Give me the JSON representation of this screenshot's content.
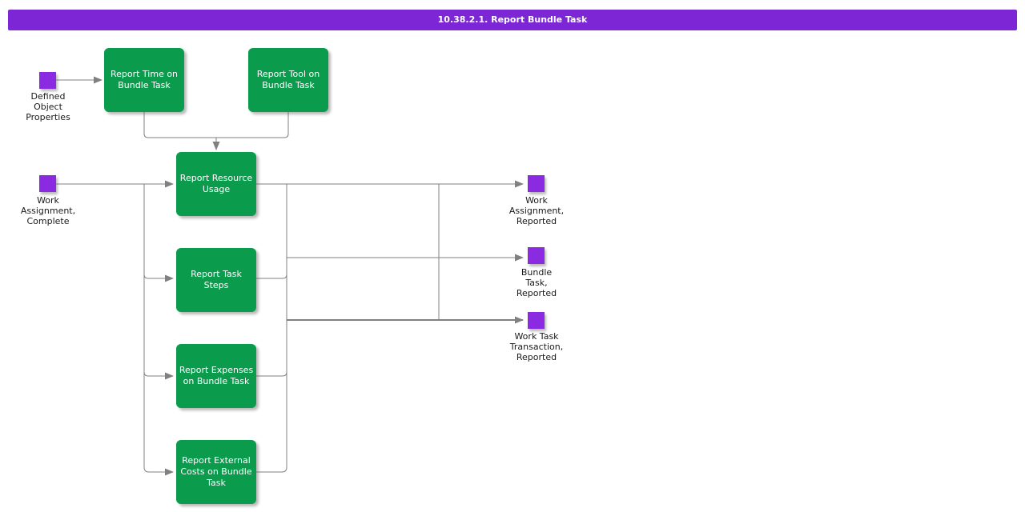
{
  "title_bar": {
    "title": "10.38.2.1. Report Bundle Task"
  },
  "colors": {
    "title_bar_bg": "#7D26D6",
    "task_fill": "#0A9B4D",
    "task_text": "#FFFFFF",
    "event_fill": "#8A2BE2",
    "connector": "#808080",
    "label_text": "#1A1A1A",
    "background": "#FFFFFF"
  },
  "tasks": [
    {
      "label": "Report Time on\nBundle Task"
    },
    {
      "label": "Report Tool on\nBundle Task"
    },
    {
      "label": "Report Resource\nUsage"
    },
    {
      "label": "Report Task\nSteps"
    },
    {
      "label": "Report Expenses\non Bundle Task"
    },
    {
      "label": "Report External\nCosts on Bundle\nTask"
    }
  ],
  "events": [
    {
      "label": "Defined\nObject\nProperties"
    },
    {
      "label": "Work\nAssignment,\nComplete"
    },
    {
      "label": "Work\nAssignment,\nReported"
    },
    {
      "label": "Bundle\nTask,\nReported"
    },
    {
      "label": "Work Task\nTransaction,\nReported"
    }
  ]
}
